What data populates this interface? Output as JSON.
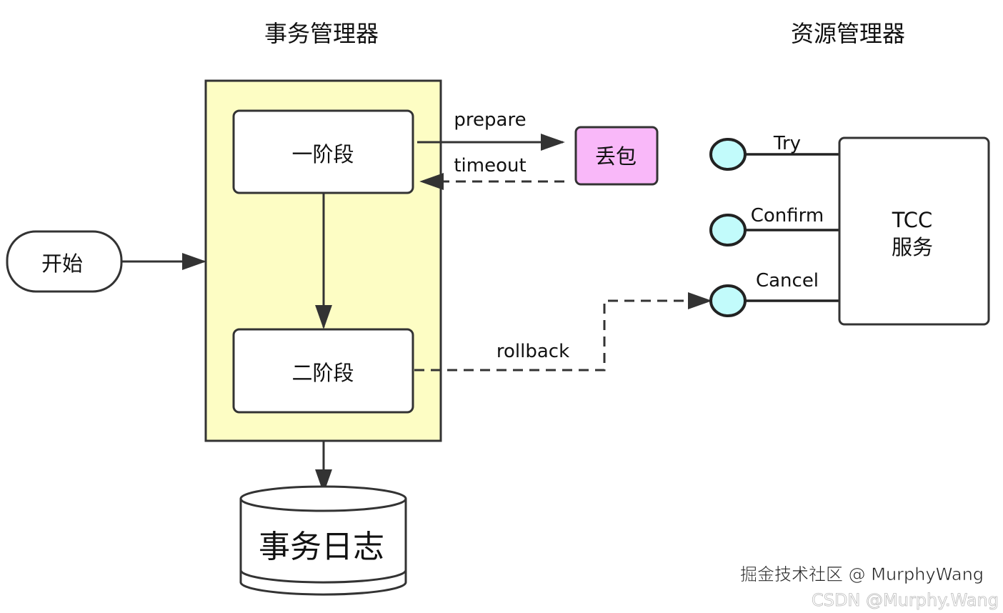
{
  "titles": {
    "transaction_manager": "事务管理器",
    "resource_manager": "资源管理器"
  },
  "nodes": {
    "start": "开始",
    "phase_one": "一阶段",
    "phase_two": "二阶段",
    "packet_loss": "丢包",
    "transaction_log": "事务日志",
    "tcc_line1": "TCC",
    "tcc_line2": "服务"
  },
  "edges": {
    "prepare": "prepare",
    "timeout": "timeout",
    "rollback": "rollback"
  },
  "interfaces": {
    "try": "Try",
    "confirm": "Confirm",
    "cancel": "Cancel"
  },
  "watermarks": {
    "juejin": "掘金技术社区 @ MurphyWang",
    "csdn": "CSDN @Murphy.Wang"
  },
  "colors": {
    "manager_fill": "#fdfdc4",
    "packet_loss_fill": "#f9b8f9",
    "interface_fill": "#c2fbfb",
    "stroke": "#333333"
  }
}
